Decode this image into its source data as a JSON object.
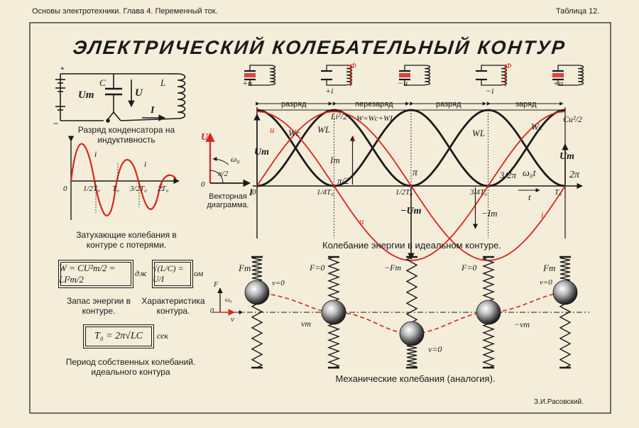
{
  "header": {
    "left": "Основы электротехники. Глава 4. Переменный ток.",
    "right": "Таблица 12."
  },
  "title": "ЭЛЕКТРИЧЕСКИЙ КОЛЕБАТЕЛЬНЫЙ КОНТУР",
  "circuit": {
    "caption": "Разряд конденсатора на индуктивность",
    "labels": {
      "um": "Um",
      "c": "C",
      "u": "U",
      "l": "L",
      "i": "I"
    }
  },
  "damped": {
    "caption": "Затухающие колебания в контуре с потерями.",
    "ticks": [
      "0",
      "1/2T₀",
      "T₀",
      "3/2T₀",
      "2T₀"
    ],
    "curve_label": "i"
  },
  "formulas": {
    "energy": "W = CU²m/2 = LI²m/2",
    "energy_unit": "дж",
    "energy_caption": "Запас энергии в контуре.",
    "impedance": "√(L/C) = U/I",
    "impedance_unit": "ом",
    "impedance_caption": "Характеристика контура.",
    "period": "T₀ = 2π√LC",
    "period_unit": "сек",
    "period_caption": "Период собственных колебаний. идеального контура"
  },
  "vector": {
    "labels": {
      "u": "U",
      "omega": "ω₀",
      "angle": "π/2",
      "zero": "0",
      "i": "I"
    },
    "caption": "Векторная диаграмма."
  },
  "main_chart": {
    "phases": [
      "разряд",
      "перезаряд",
      "разряд",
      "заряд"
    ],
    "ticks_bottom": [
      "0",
      "1/4T₀",
      "1/2T₀",
      "3/4T₀",
      "T₀"
    ],
    "ticks_top": [
      "π/2",
      "π",
      "3/2π",
      "2π"
    ],
    "labels": {
      "wc": "Wc",
      "wl": "WL",
      "w_total": "W=Wc+WL",
      "wl_formula": "Li²/2",
      "wc_formula": "Cu²/2",
      "wl2": "WL",
      "wc2": "Wc",
      "um": "Um",
      "um_right": "Um",
      "im": "Im",
      "neg_um": "−Um",
      "neg_im": "−Im",
      "u": "u",
      "i": "i",
      "u2": "u",
      "i2": "i",
      "omega_t": "ω₀t",
      "t": "t"
    },
    "caption": "Колебание энергии в идеальном контуре."
  },
  "chart_data": {
    "type": "line",
    "title": "",
    "x": [
      0,
      0.125,
      0.25,
      0.375,
      0.5,
      0.625,
      0.75,
      0.875,
      1.0
    ],
    "series": [
      {
        "name": "Wc",
        "values": [
          1,
          0.5,
          0,
          0.5,
          1,
          0.5,
          0,
          0.5,
          1
        ]
      },
      {
        "name": "WL",
        "values": [
          0,
          0.5,
          1,
          0.5,
          0,
          0.5,
          1,
          0.5,
          0
        ]
      },
      {
        "name": "u",
        "values": [
          1,
          0.71,
          0,
          -0.71,
          -1,
          -0.71,
          0,
          0.71,
          1
        ]
      },
      {
        "name": "i",
        "values": [
          0,
          0.71,
          1,
          0.71,
          0,
          -0.71,
          -1,
          -0.71,
          0
        ]
      }
    ]
  },
  "circuits_top": [
    {
      "left": "+u",
      "coil": ""
    },
    {
      "left": "+i",
      "coil": "+Φ"
    },
    {
      "left": "−u",
      "coil": ""
    },
    {
      "left": "−i",
      "coil": "Φ"
    },
    {
      "left": "+u",
      "coil": ""
    }
  ],
  "mechanical": {
    "labels": [
      "Fm",
      "F=0",
      "−Fm",
      "F=0",
      "Fm"
    ],
    "v_labels": [
      "v=0",
      "vm",
      "v=0",
      "−vm",
      "v=0"
    ],
    "mini": {
      "f": "F",
      "omega": "ω₀",
      "zero": "0",
      "v": "v"
    },
    "caption": "Механические колебания (аналогия)."
  },
  "author": "З.И.Расовский."
}
